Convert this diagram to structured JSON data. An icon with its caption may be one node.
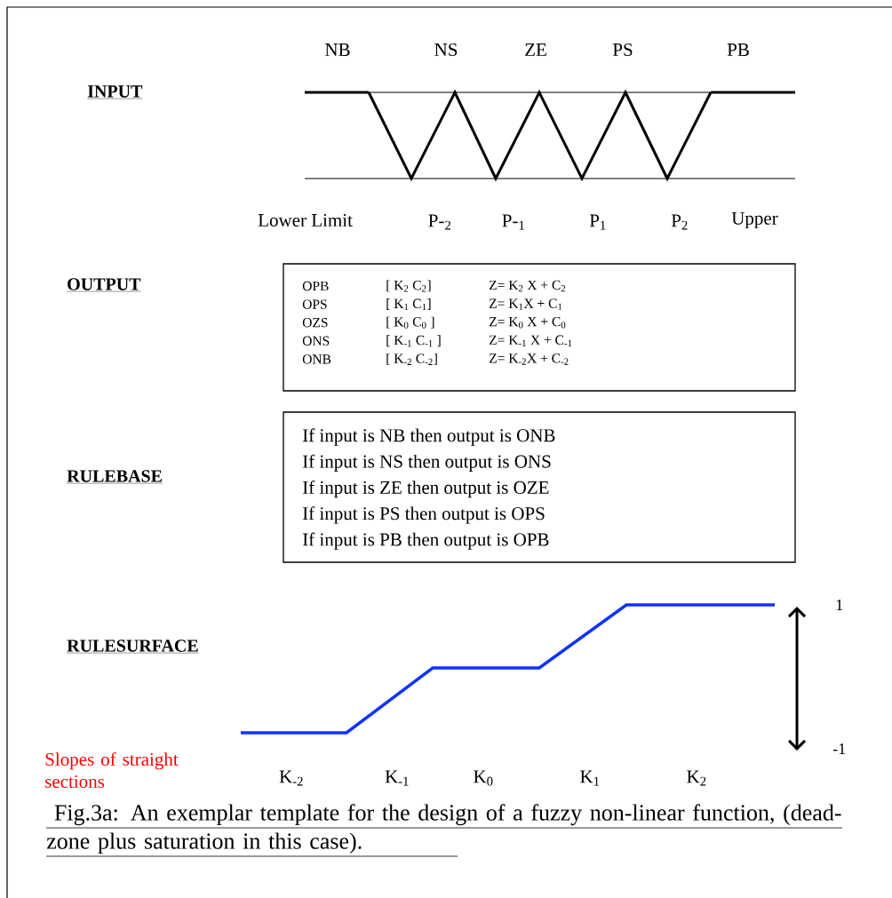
{
  "diagram": {
    "caption": " Fig.3a: An exemplar template for the design of a fuzzy non-linear function, (dead-zone plus saturation in this case).",
    "nodes": [
      {
        "text": [
          "OPB",
          "[ K$_{2}$ C$_{2}$]",
          "Z= K$_{2}$ X + C$_{2}$",
          "OPS",
          "[ K$_{1}$ C$_{1}$]",
          "Z= K$_{1}$X + C$_{1}$",
          "OZS",
          "[ K$_{0}$ C$_{0}$ ]",
          "Z= K$_{0}$ X + C$_{0}$",
          "ONS",
          "[ K$_{-1}$ C$_{-1}$ ]",
          "Z= K$_{-1}$ X + C$_{-1}$",
          "ONB",
          "[ K$_{-2}$ C$_{-2}$]",
          "Z= K$_{-2}$X + C$_{-2}$"
        ]
      },
      {
        "text": [
          "If input is NB then output is ONB",
          "If input is NS then output is ONS",
          "If input is ZE then output is OZE",
          "If input is PS then output is OPS",
          "If input is PB then output is OPB"
        ]
      }
    ],
    "labels": [
      "NB",
      "NS",
      "ZE",
      "PS",
      "PB",
      "INPUT",
      "Lower Limit",
      "P-$_{2}$",
      "P-$_{1}$",
      "P$_{1}$",
      "P$_{2}$",
      "Upper",
      "OUTPUT",
      "RULEBASE",
      "1",
      "RULESURFACE",
      "-1",
      "Slopes of straight sections",
      "K$_{-2}$",
      "K$_{-1}$",
      "K$_{0}$",
      "K$_{1}$",
      "K$_{2}$"
    ]
  }
}
